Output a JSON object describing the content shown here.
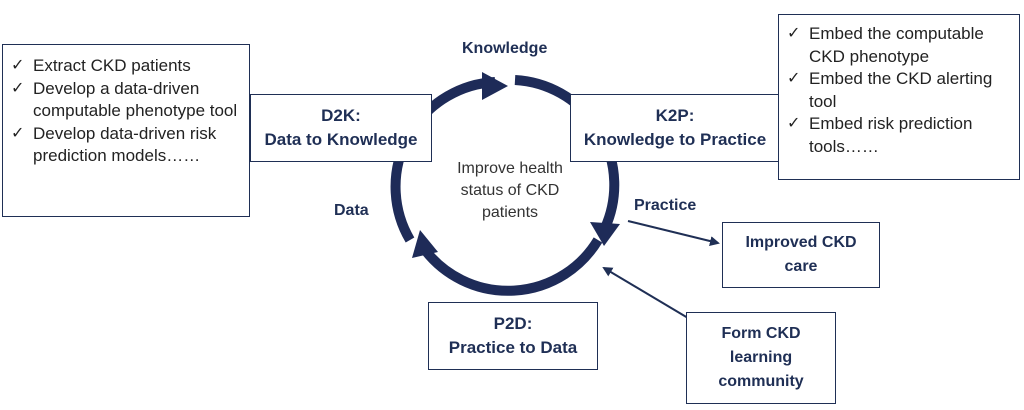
{
  "left_box": {
    "items": [
      "Extract CKD patients",
      "Develop a data-driven computable phenotype tool",
      "Develop data-driven risk prediction models……"
    ]
  },
  "right_box": {
    "items": [
      "Embed the computable CKD phenotype",
      "Embed the CKD alerting tool",
      "Embed risk prediction tools……"
    ]
  },
  "d2k": {
    "line1": "D2K:",
    "line2": "Data to Knowledge"
  },
  "k2p": {
    "line1": "K2P:",
    "line2": "Knowledge to Practice"
  },
  "p2d": {
    "line1": "P2D:",
    "line2": "Practice to Data"
  },
  "center_text": {
    "line1": "Improve health",
    "line2": "status of CKD",
    "line3": "patients"
  },
  "labels": {
    "knowledge": "Knowledge",
    "data": "Data",
    "practice": "Practice"
  },
  "improved_care": {
    "line1": "Improved CKD",
    "line2": "care"
  },
  "community": {
    "line1": "Form CKD",
    "line2": "learning",
    "line3": "community"
  },
  "check_mark": "✓",
  "colors": {
    "navy": "#1f2f55",
    "cycle": "#1e2b58"
  }
}
